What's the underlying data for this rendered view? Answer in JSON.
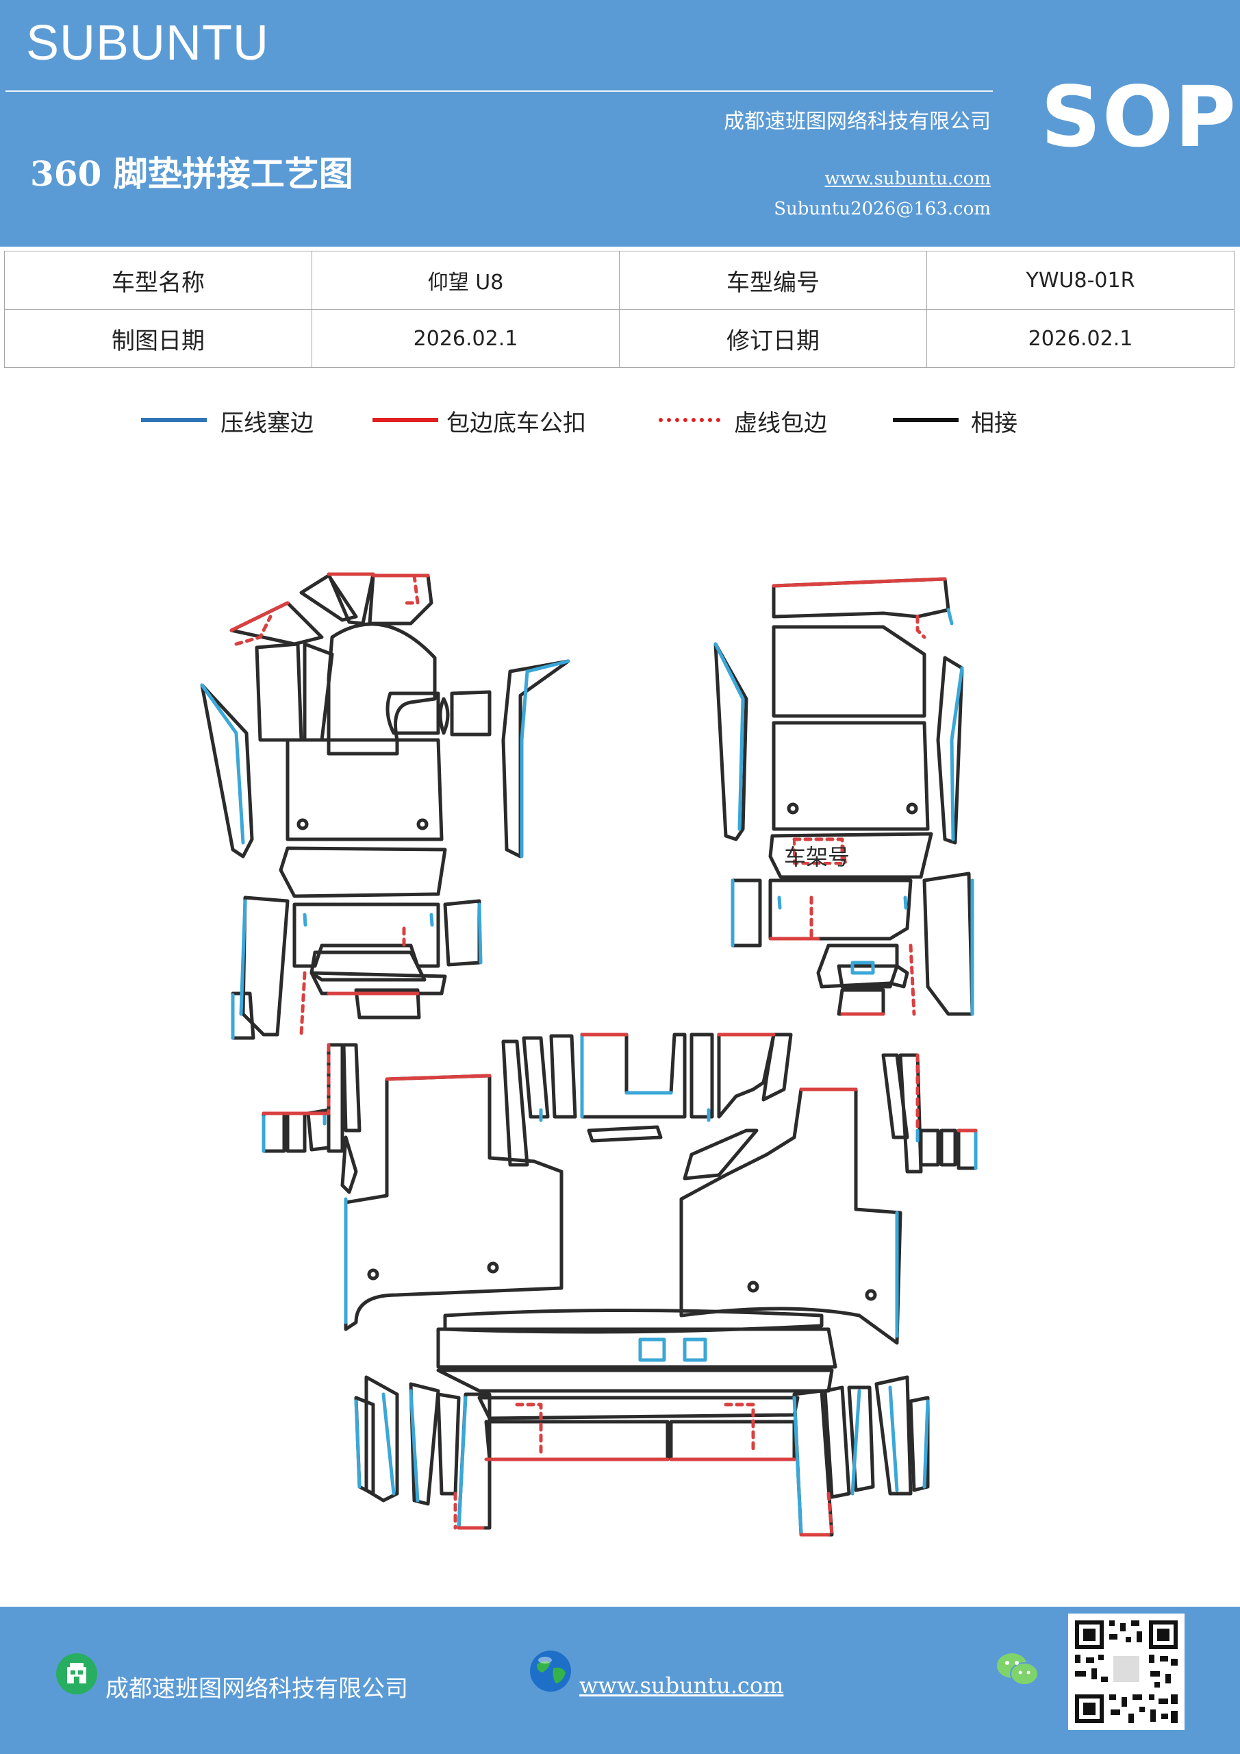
{
  "header": {
    "brand": "SUBUNTU",
    "company": "成都速班图网络科技有限公司",
    "title": "360 脚垫拼接工艺图",
    "website": "www.subuntu.com",
    "email": "Subuntu2026@163.com",
    "badge": "SOP"
  },
  "info_table": {
    "rows": [
      [
        "车型名称",
        "仰望 U8",
        "车型编号",
        "YWU8-01R"
      ],
      [
        "制图日期",
        "2026.02.1",
        "修订日期",
        "2026.02.1"
      ]
    ]
  },
  "legend": [
    {
      "label": "压线塞边",
      "color": "#2e75b6",
      "style": "solid"
    },
    {
      "label": "包边底车公扣",
      "color": "#e02020",
      "style": "solid"
    },
    {
      "label": "虚线包边",
      "color": "#e02020",
      "style": "dashed"
    },
    {
      "label": "相接",
      "color": "#111111",
      "style": "solid"
    }
  ],
  "diagram": {
    "vin_label": "车架号",
    "colors": {
      "outline": "#2b2b2b",
      "press": "#3aa7d8",
      "edge": "#d94040"
    }
  },
  "footer": {
    "company": "成都速班图网络科技有限公司",
    "website": "www.subuntu.com",
    "icons": [
      "building-icon",
      "globe-icon",
      "wechat-icon",
      "qr-code"
    ]
  }
}
